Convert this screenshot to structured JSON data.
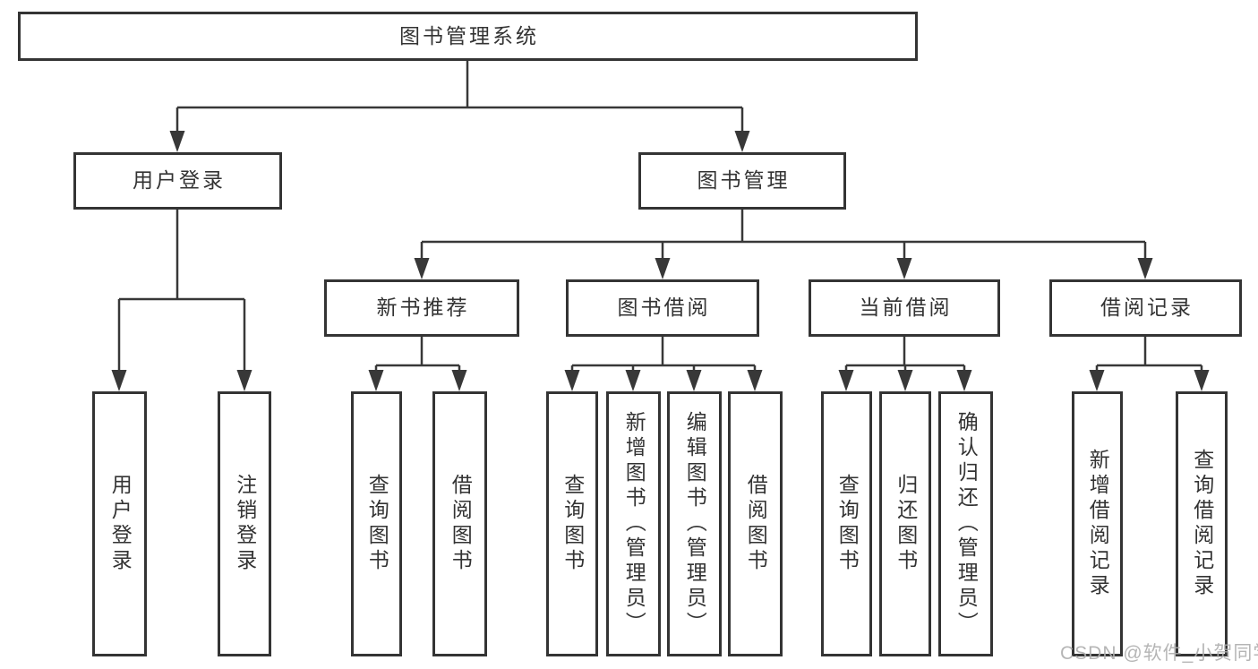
{
  "tree": {
    "root": {
      "label": "图书管理系统"
    },
    "level2": [
      {
        "label": "用户登录",
        "leaves": [
          "用户登录",
          "注销登录"
        ]
      },
      {
        "label": "图书管理",
        "groups": [
          {
            "label": "新书推荐",
            "leaves": [
              "查询图书",
              "借阅图书"
            ]
          },
          {
            "label": "图书借阅",
            "leaves": [
              "查询图书",
              "新增图书（管理员）",
              "编辑图书（管理员）",
              "借阅图书"
            ]
          },
          {
            "label": "当前借阅",
            "leaves": [
              "查询图书",
              "归还图书",
              "确认归还（管理员）"
            ]
          },
          {
            "label": "借阅记录",
            "leaves": [
              "新增借阅记录",
              "查询借阅记录"
            ]
          }
        ]
      }
    ]
  },
  "watermark": {
    "text": "CSDN @软件_小贺同学"
  },
  "colors": {
    "line": "#383838",
    "box_border": "#343434",
    "text": "#333333",
    "watermark": "#aeaeae",
    "background": "#ffffff"
  }
}
